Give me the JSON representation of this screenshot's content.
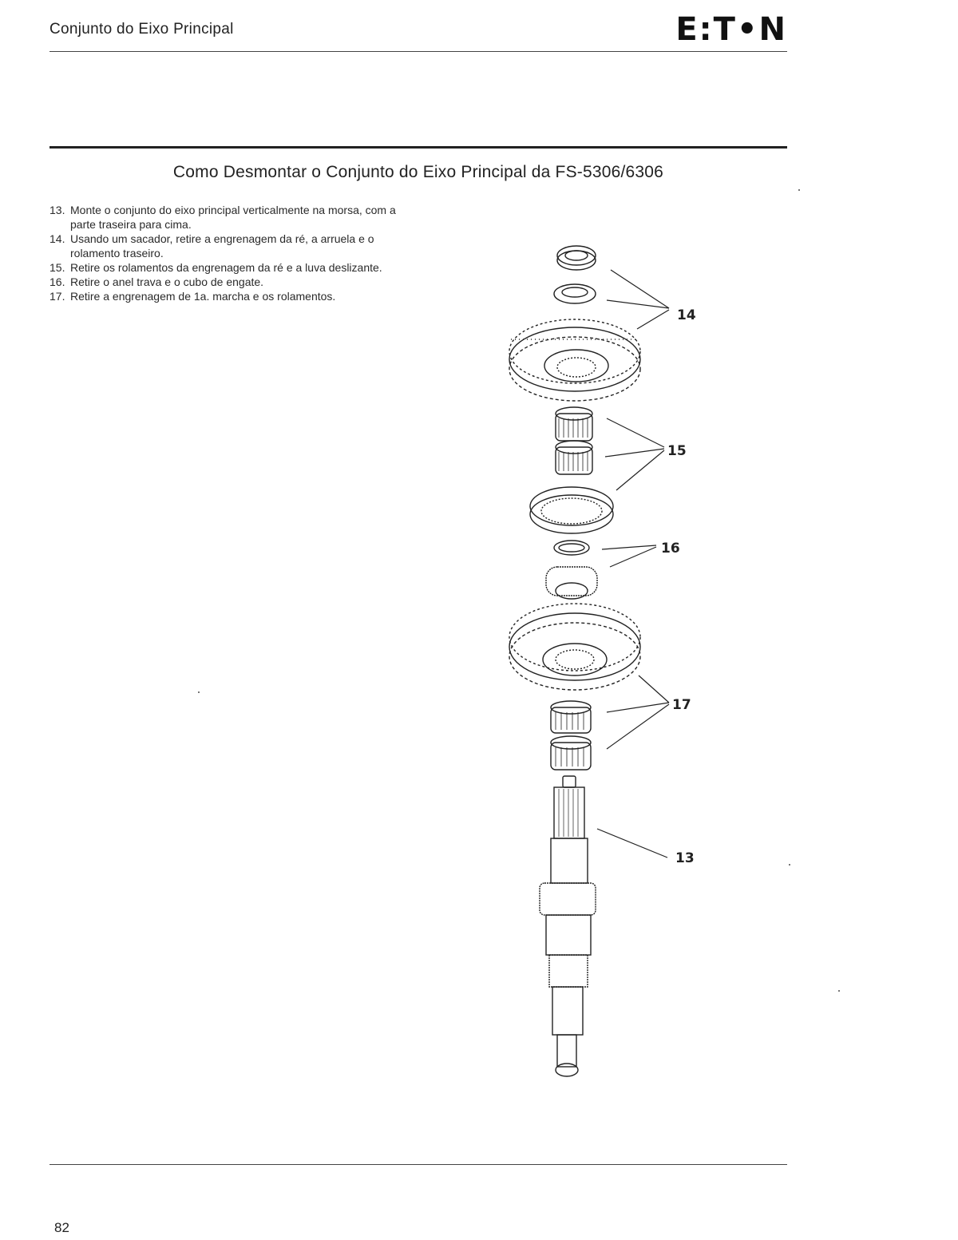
{
  "header": {
    "title": "Conjunto do Eixo Principal",
    "logo": "E:T•N"
  },
  "section": {
    "title": "Como Desmontar o Conjunto do Eixo Principal da FS-5306/6306"
  },
  "steps": [
    {
      "num": "13.",
      "text": "Monte o conjunto do eixo principal verticalmente na morsa, com a parte traseira para cima."
    },
    {
      "num": "14.",
      "text": "Usando um sacador, retire a engrenagem da ré, a arruela e o rolamento traseiro."
    },
    {
      "num": "15.",
      "text": "Retire os rolamentos da engrenagem da ré e a luva deslizante."
    },
    {
      "num": "16.",
      "text": "Retire o anel trava e o cubo de engate."
    },
    {
      "num": "17.",
      "text": "Retire a engrenagem de 1a. marcha e os rolamentos."
    }
  ],
  "diagram": {
    "callouts": [
      "14",
      "15",
      "16",
      "17",
      "13"
    ]
  },
  "footer": {
    "page_number": "82"
  }
}
